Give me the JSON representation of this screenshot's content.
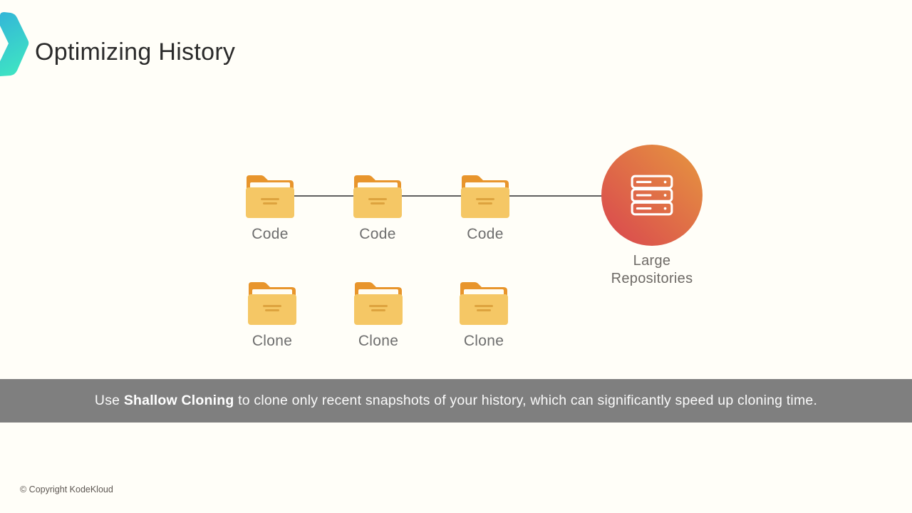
{
  "header": {
    "title": "Optimizing History"
  },
  "diagram": {
    "code_row": [
      {
        "label": "Code"
      },
      {
        "label": "Code"
      },
      {
        "label": "Code"
      }
    ],
    "clone_row": [
      {
        "label": "Clone"
      },
      {
        "label": "Clone"
      },
      {
        "label": "Clone"
      }
    ],
    "repository": {
      "label_line1": "Large",
      "label_line2": "Repositories"
    }
  },
  "banner": {
    "text_prefix": "Use ",
    "text_bold": "Shallow Cloning",
    "text_suffix": " to clone only recent snapshots of your history, which can significantly speed up cloning time."
  },
  "footer": {
    "copyright": "© Copyright KodeKloud"
  },
  "icons": {
    "logo": "kodekloud-chevron-icon",
    "folder": "folder-icon",
    "server": "server-rack-icon"
  },
  "colors": {
    "background": "#FFFEF8",
    "title_text": "#2B2B2B",
    "label_text": "#6E6E6E",
    "banner_background": "#7F7F7F",
    "banner_text": "#FFFFFF",
    "folder_front": "#F5C765",
    "folder_back": "#E8952C",
    "folder_lines": "#DDA33E",
    "circle_gradient_start": "#D9454F",
    "circle_gradient_end": "#E6973F",
    "chevron_gradient_start": "#33B6D8",
    "chevron_gradient_end": "#3EE2C4",
    "connector_line": "#5F5F5F"
  }
}
